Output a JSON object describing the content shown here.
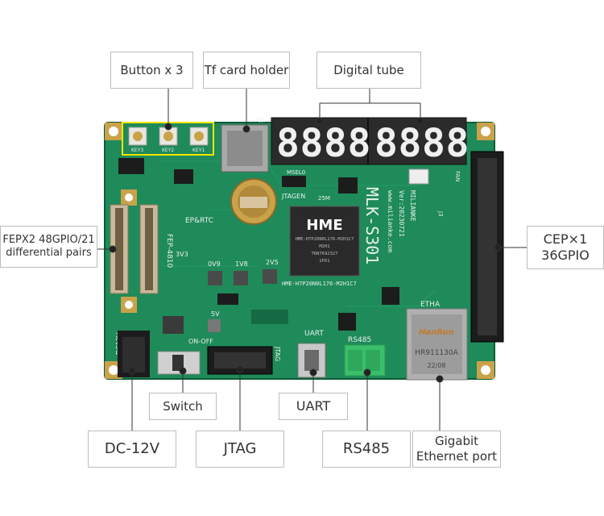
{
  "labels": {
    "button": "Button x 3",
    "tf_card": "Tf card holder",
    "digital_tube": "Digital tube",
    "fepx2_line1": "FEPX2 48GPIO/21",
    "fepx2_line2": "differential pairs",
    "cep_line1": "CEP×1",
    "cep_line2": "36GPIO",
    "switch": "Switch",
    "uart": "UART",
    "dc": "DC-12V",
    "jtag": "JTAG",
    "rs485": "RS485",
    "gigabit_line1": "Gigabit",
    "gigabit_line2": "Ethernet port"
  },
  "silkscreen": {
    "board_name": "MLK-S301",
    "version": "Ver:20230721",
    "website": "www.milianke.com",
    "brand": "MILIANKE",
    "chip_logo": "HME",
    "chip_part": "HME-H7P20N0L176-M2H1C7",
    "chip_line2": "M2H1",
    "chip_line3": "T6N7692327",
    "chip_line4": "2P61",
    "jtagen": "JTAGEN",
    "msel": "MSEL0",
    "clk": "25M",
    "epprtc": "EP&RTC",
    "fep": "FEP-4810",
    "tf": "TF",
    "uart_silk": "UART",
    "rs485_silk": "RS485",
    "etha": "ETHA",
    "jtag_silk": "JTAG",
    "on_off": "ON-OFF",
    "dc12v": "DC12V",
    "j3": "J3",
    "fan": "FAN",
    "v09": "0V9",
    "v18": "1V8",
    "v25": "2V5",
    "v33": "3V3",
    "v5": "5V",
    "keys": [
      "KEY3",
      "KEY2",
      "KEY1"
    ],
    "rj45_brand": "HanRun",
    "rj45_part": "HR911130A",
    "rj45_date": "22/08"
  },
  "digits": [
    "8",
    "8",
    "8",
    "8",
    "8",
    "8",
    "8",
    "8"
  ],
  "colors": {
    "pcb": "#1f8a5a",
    "pcb_dark": "#146b44",
    "silk": "#e8f2ea",
    "gold": "#c9a24a",
    "connector_black": "#1c1c1c",
    "rs485_green": "#3bbf6a",
    "callout_border": "#bdbdbd",
    "key_highlight": "#f2e600"
  }
}
